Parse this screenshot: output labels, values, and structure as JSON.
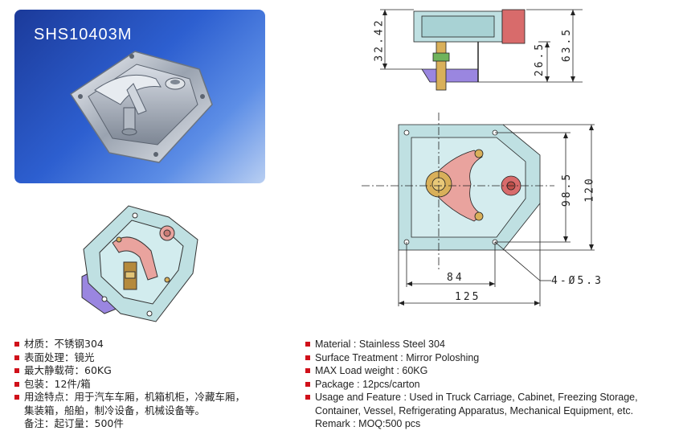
{
  "photo": {
    "model": "SHS10403M"
  },
  "dimensions": {
    "d_32_42": "32.42",
    "d_26_5": "26.5",
    "d_63_5": "63.5",
    "d_98_5": "98.5",
    "d_120": "120",
    "d_84": "84",
    "d_125": "125",
    "holes": "4-Ø5.3"
  },
  "specs_cn": [
    "材质：不锈钢304",
    "表面处理：镜光",
    "最大静载荷：60KG",
    "包装：12件/箱",
    "用途特点：用于汽车车厢，机箱机柜，冷藏车厢，",
    "集装箱，船舶，制冷设备，机械设备等。",
    "备注：起订量：500件"
  ],
  "specs_en": [
    "Material : Stainless Steel 304",
    "Surface Treatment : Mirror Poloshing",
    "MAX Load weight : 60KG",
    "Package : 12pcs/carton",
    "Usage and Feature : Used in Truck Carriage, Cabinet, Freezing Storage,",
    "Container, Vessel, Refrigerating Apparatus, Mechanical Equipment, etc.",
    "Remark : MOQ:500 pcs"
  ],
  "colors": {
    "bullet": "#d0101a",
    "plate": "#bfe0e2",
    "handle": "#e9a39e",
    "bracket": "#9a86e0"
  }
}
